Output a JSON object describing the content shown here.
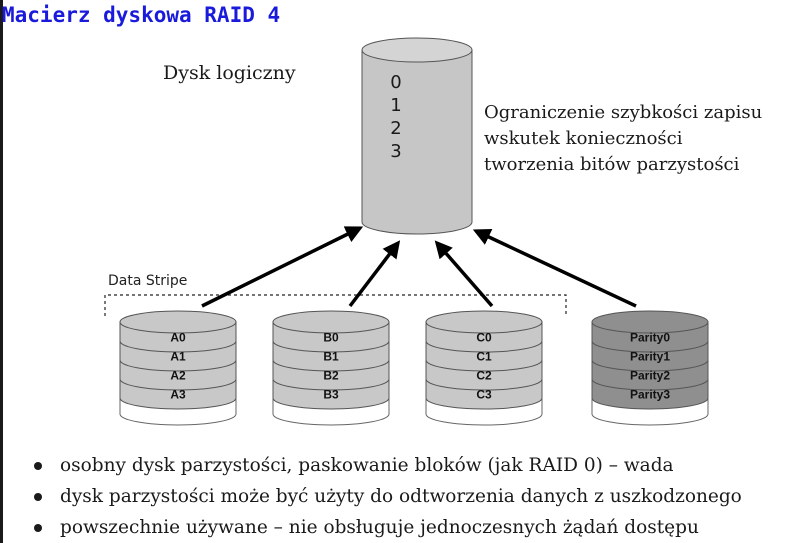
{
  "title": "Macierz dyskowa RAID 4",
  "logical_disk": {
    "label": "Dysk logiczny",
    "items": [
      "0",
      "1",
      "2",
      "3"
    ]
  },
  "note_lines": [
    "Ograniczenie szybkości zapisu",
    "wskutek konieczności",
    "tworzenia bitów parzystości"
  ],
  "stripe_label": "Data Stripe",
  "disks": [
    {
      "blocks": [
        "A0",
        "A1",
        "A2",
        "A3"
      ],
      "kind": "data"
    },
    {
      "blocks": [
        "B0",
        "B1",
        "B2",
        "B3"
      ],
      "kind": "data"
    },
    {
      "blocks": [
        "C0",
        "C1",
        "C2",
        "C3"
      ],
      "kind": "data"
    },
    {
      "blocks": [
        "Parity0",
        "Parity1",
        "Parity2",
        "Parity3"
      ],
      "kind": "parity"
    }
  ],
  "colors": {
    "title": "#1a1add",
    "data_disk": "#c8c8c8",
    "parity_disk": "#8f8f8f",
    "logical_disk": "#c6c6c6"
  },
  "bullets": [
    "osobny dysk parzystości, paskowanie bloków (jak RAID 0) – wada",
    "dysk parzystości może być użyty do odtworzenia danych z uszkodzonego",
    "powszechnie używane – nie obsługuje jednoczesnych żądań dostępu"
  ]
}
